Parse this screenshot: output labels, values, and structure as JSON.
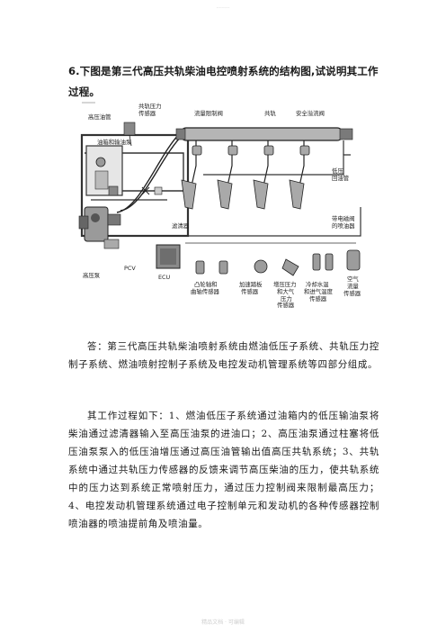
{
  "watermark_top": "········",
  "watermark_bottom": "精品文档 · 可编辑",
  "question": "6.下图是第三代高压共轨柴油电控喷射系统的结构图,试说明其工作过程。",
  "figure": {
    "labels": {
      "high_pressure_pipe": "高压油管",
      "rail_pressure_sensor_1": "共轨压力",
      "rail_pressure_sensor_2": "传感器",
      "flow_limiter": "流量限制阀",
      "common_rail": "共轨",
      "safety_overflow_valve": "安全溢流阀",
      "tank_and_feed_pump": "油箱和输油泵",
      "low_pressure_return_1": "低压",
      "low_pressure_return_2": "回油管",
      "filter": "滤清器",
      "solenoid_injector_1": "带电磁阀",
      "solenoid_injector_2": "的喷油器",
      "high_pressure_pump": "高压泵",
      "pcv": "PCV",
      "ecu": "ECU",
      "cam_crank_sensor_1": "凸轮轴和",
      "cam_crank_sensor_2": "曲轴传感器",
      "accel_pedal_sensor_1": "加速踏板",
      "accel_pedal_sensor_2": "传感器",
      "boost_pressure_sensor_1": "增压压力",
      "boost_pressure_sensor_2": "和大气",
      "boost_pressure_sensor_3": "压力",
      "boost_pressure_sensor_4": "传感器",
      "coolant_temp_sensor_1": "冷却水温",
      "coolant_temp_sensor_2": "和进气温度",
      "coolant_temp_sensor_3": "传感器",
      "air_flow_sensor_1": "空气",
      "air_flow_sensor_2": "流量",
      "air_flow_sensor_3": "传感器"
    }
  },
  "answer_intro": "答：第三代高压共轨柴油喷射系统由燃油低压子系统、共轨压力控制子系统、燃油喷射控制子系统及电控发动机管理系统等四部分组成。",
  "answer_process": "其工作过程如下：1、燃油低压子系统通过油箱内的低压输油泵将柴油通过滤清器输入至高压油泵的进油口；2、高压油泵通过柱塞将低压油泵泵入的低压油增压通过高压油管输出值高压共轨系统；3、共轨系统中通过共轨压力传感器的反馈来调节高压柴油的压力，使共轨系统中的压力达到系统正常喷射压力，通过压力控制阀来限制最高压力；4、电控发动机管理系统通过电子控制单元和发动机的各种传感器控制喷油器的喷油提前角及喷油量。"
}
